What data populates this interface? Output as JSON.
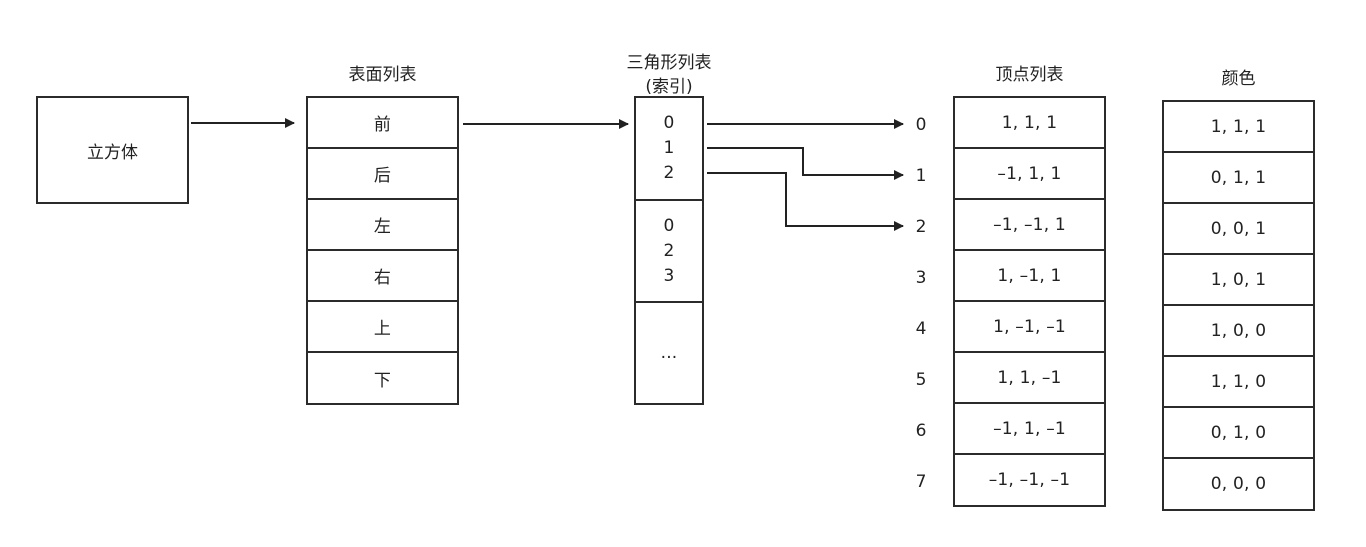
{
  "cube": {
    "label": "立方体"
  },
  "faces": {
    "title": "表面列表",
    "items": [
      "前",
      "后",
      "左",
      "右",
      "上",
      "下"
    ]
  },
  "triangles": {
    "title_line1": "三角形列表",
    "title_line2": "(索引)",
    "groups": [
      [
        "0",
        "1",
        "2"
      ],
      [
        "0",
        "2",
        "3"
      ]
    ],
    "ellipsis": "..."
  },
  "vertices": {
    "title": "顶点列表",
    "indices": [
      "0",
      "1",
      "2",
      "3",
      "4",
      "5",
      "6",
      "7"
    ],
    "items": [
      "1, 1, 1",
      "–1, 1, 1",
      "–1, –1, 1",
      "1, –1, 1",
      "1, –1, –1",
      "1, 1, –1",
      "–1, 1, –1",
      "–1, –1, –1"
    ]
  },
  "colors": {
    "title": "颜色",
    "items": [
      "1, 1, 1",
      "0, 1, 1",
      "0, 0, 1",
      "1, 0, 1",
      "1, 0, 0",
      "1, 1, 0",
      "0, 1, 0",
      "0, 0, 0"
    ]
  }
}
